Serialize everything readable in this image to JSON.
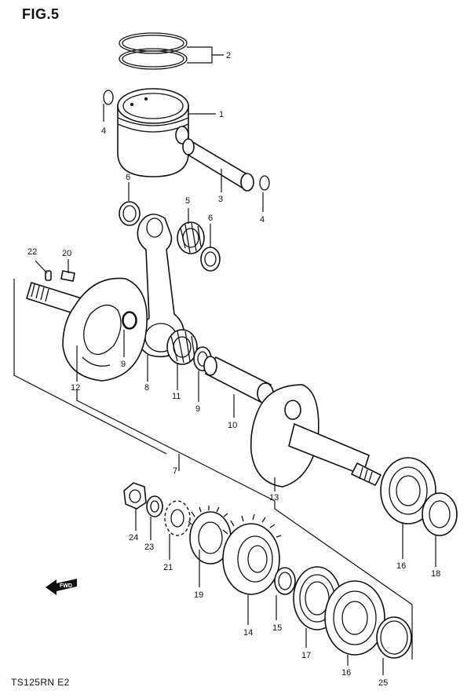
{
  "figure_title": "FIG.5",
  "model_code": "TS125RN E2",
  "forward_indicator": "FWD",
  "callouts": {
    "piston": "1",
    "piston_ring_set": "2",
    "piston_pin": "3",
    "circlip_left": "4",
    "circlip_right": "4",
    "bearing_small_end": "5",
    "washer_upper_left": "6",
    "washer_upper_right": "6",
    "crankshaft_assy": "7",
    "connecting_rod": "8",
    "washer_mid_left": "9",
    "washer_mid_right": "9",
    "crank_pin": "10",
    "bearing_big_end": "11",
    "crank_web_left": "12",
    "crank_web_right": "13",
    "primary_drive_gear": "14",
    "spacer_15": "15",
    "bearing_right_1": "16",
    "bearing_right_2": "16",
    "oil_seal_17": "17",
    "oil_seal_18": "18",
    "gear_19": "19",
    "key_20": "20",
    "gear_21": "21",
    "key_22": "22",
    "washer_23": "23",
    "nut_24": "24",
    "circlip_25": "25"
  }
}
